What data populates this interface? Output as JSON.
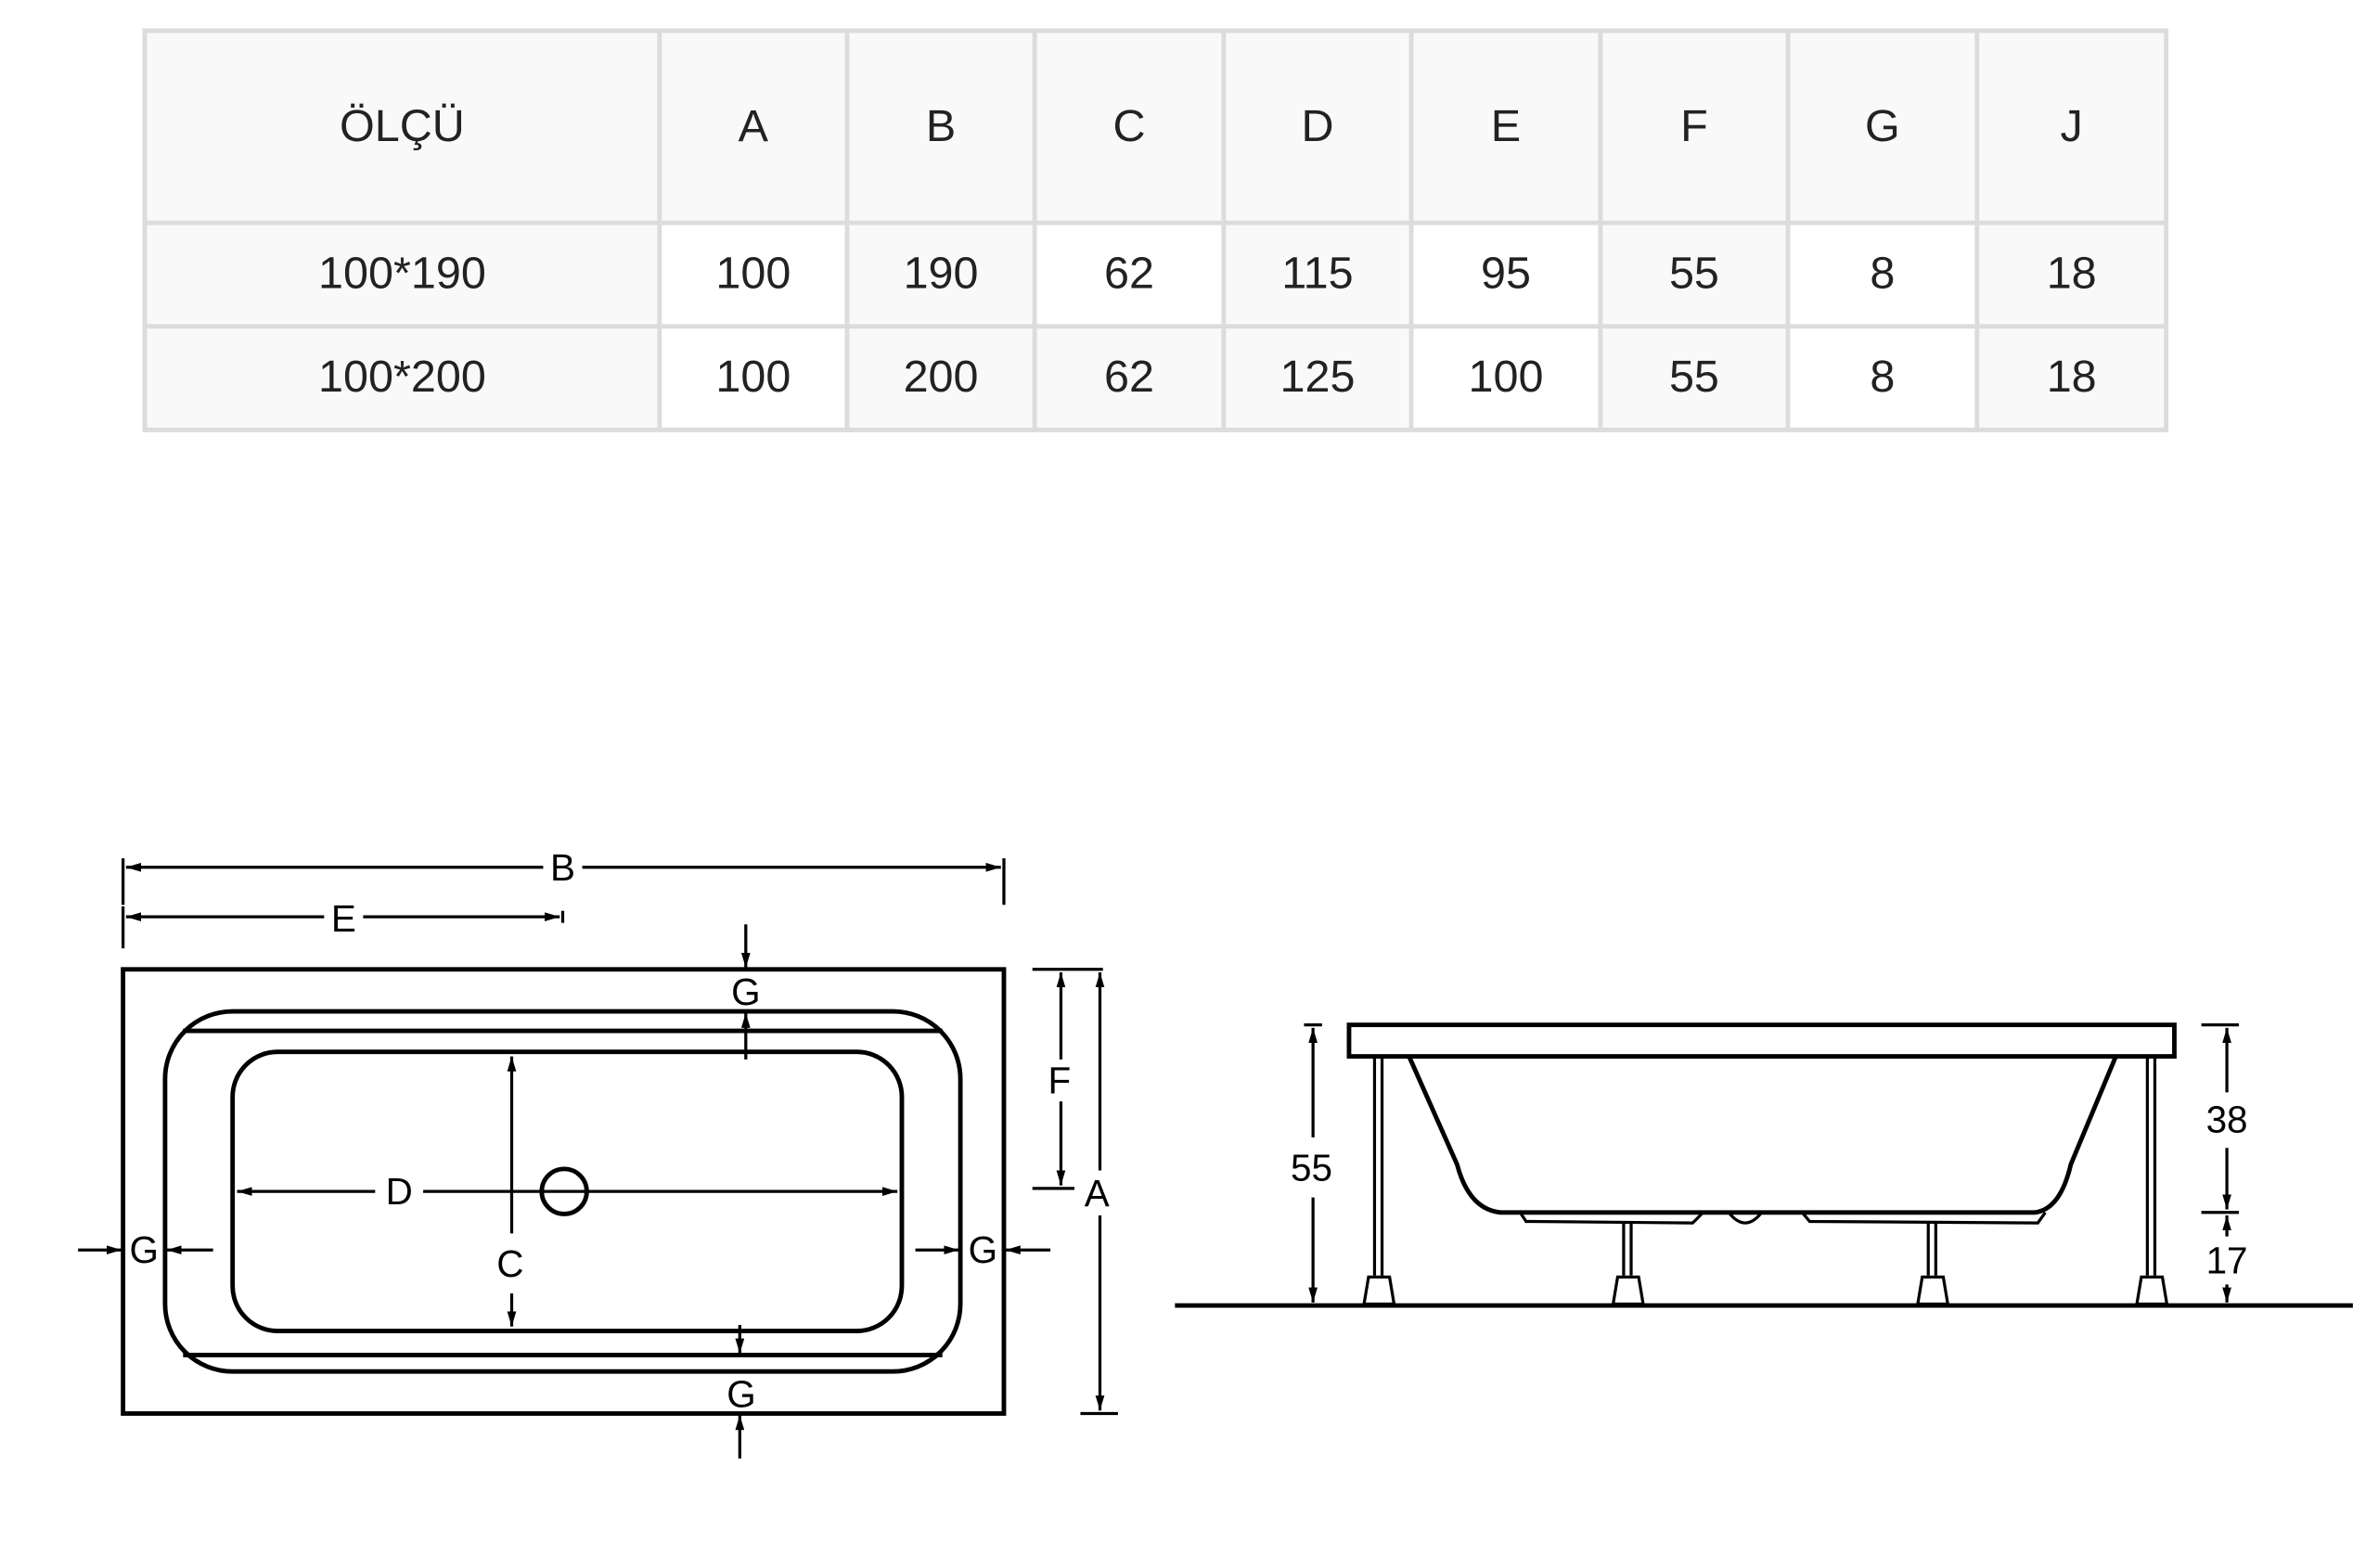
{
  "table": {
    "headers": [
      "ÖLÇÜ",
      "A",
      "B",
      "C",
      "D",
      "E",
      "F",
      "G",
      "J"
    ],
    "rows": [
      [
        "100*190",
        "100",
        "190",
        "62",
        "115",
        "95",
        "55",
        "8",
        "18"
      ],
      [
        "100*200",
        "100",
        "200",
        "62",
        "125",
        "100",
        "55",
        "8",
        "18"
      ]
    ]
  },
  "plan_view": {
    "labels": {
      "B": "B",
      "E": "E",
      "D": "D",
      "C": "C",
      "F": "F",
      "A": "A",
      "G": "G"
    }
  },
  "side_view": {
    "height_total": "55",
    "rim_depth": "38",
    "leg_height": "17"
  },
  "colors": {
    "grid": "#dcdcdc",
    "cell": "#f9f9f9",
    "line": "#000000"
  }
}
